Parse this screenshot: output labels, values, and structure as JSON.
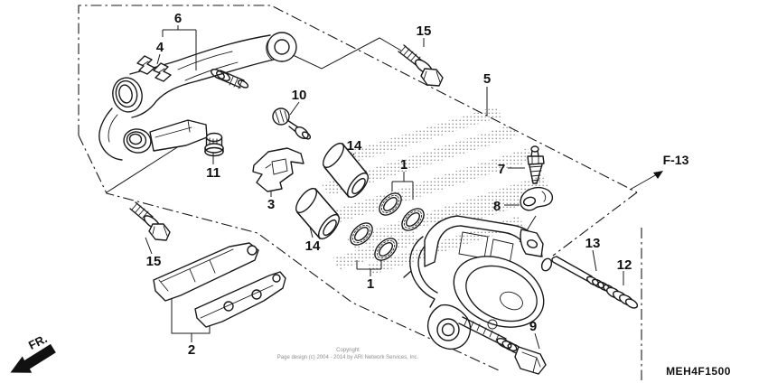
{
  "diagram": {
    "code": "MEH4F1500",
    "frame_ref": {
      "label": "F-13"
    },
    "front_marker": {
      "label": "FR."
    },
    "copyright": {
      "line1": "Copyright",
      "line2": "Page design (c) 2004 - 2014 by ARI Network Services, Inc."
    },
    "callouts": [
      {
        "part": "6"
      },
      {
        "part": "4"
      },
      {
        "part": "15"
      },
      {
        "part": "10"
      },
      {
        "part": "11"
      },
      {
        "part": "3"
      },
      {
        "part": "14"
      },
      {
        "part": "1"
      },
      {
        "part": "14"
      },
      {
        "part": "1"
      },
      {
        "part": "15"
      },
      {
        "part": "2"
      },
      {
        "part": "5"
      },
      {
        "part": "7"
      },
      {
        "part": "8"
      },
      {
        "part": "13"
      },
      {
        "part": "12"
      },
      {
        "part": "9"
      }
    ]
  }
}
